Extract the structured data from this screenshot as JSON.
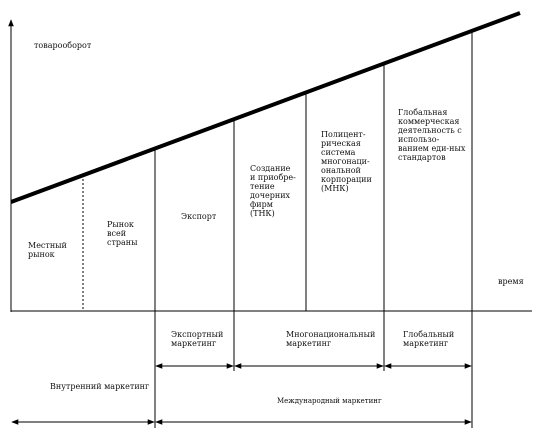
{
  "axes": {
    "y_label": "товарооборот",
    "x_label": "время"
  },
  "stages": [
    {
      "id": "local",
      "text": "Местный\nрынок"
    },
    {
      "id": "national",
      "text": "Рынок\nвсей\nстраны"
    },
    {
      "id": "export",
      "text": "Экспорт"
    },
    {
      "id": "tnk",
      "text": "Создание\nи приобре-\nтение\nдочерних\nфирм\n(ТНК)"
    },
    {
      "id": "mnk",
      "text": "Полицент-\nрическая\nсистема\nмногонаци-\nональной\nкорпорации\n(МНК)"
    },
    {
      "id": "global",
      "text": "Глобальная\nкоммерческая\nдеятельность  с\nиспользо-\nванием еди-ных\nстандартов"
    }
  ],
  "marketing_types": {
    "export": "Экспортный\nмаркетинг",
    "multinational": "Многонациональный\nмаркетинг",
    "global": "Глобальный\nмаркетинг",
    "domestic": "Внутренний маркетинг",
    "international": "Международный маркетинг"
  }
}
